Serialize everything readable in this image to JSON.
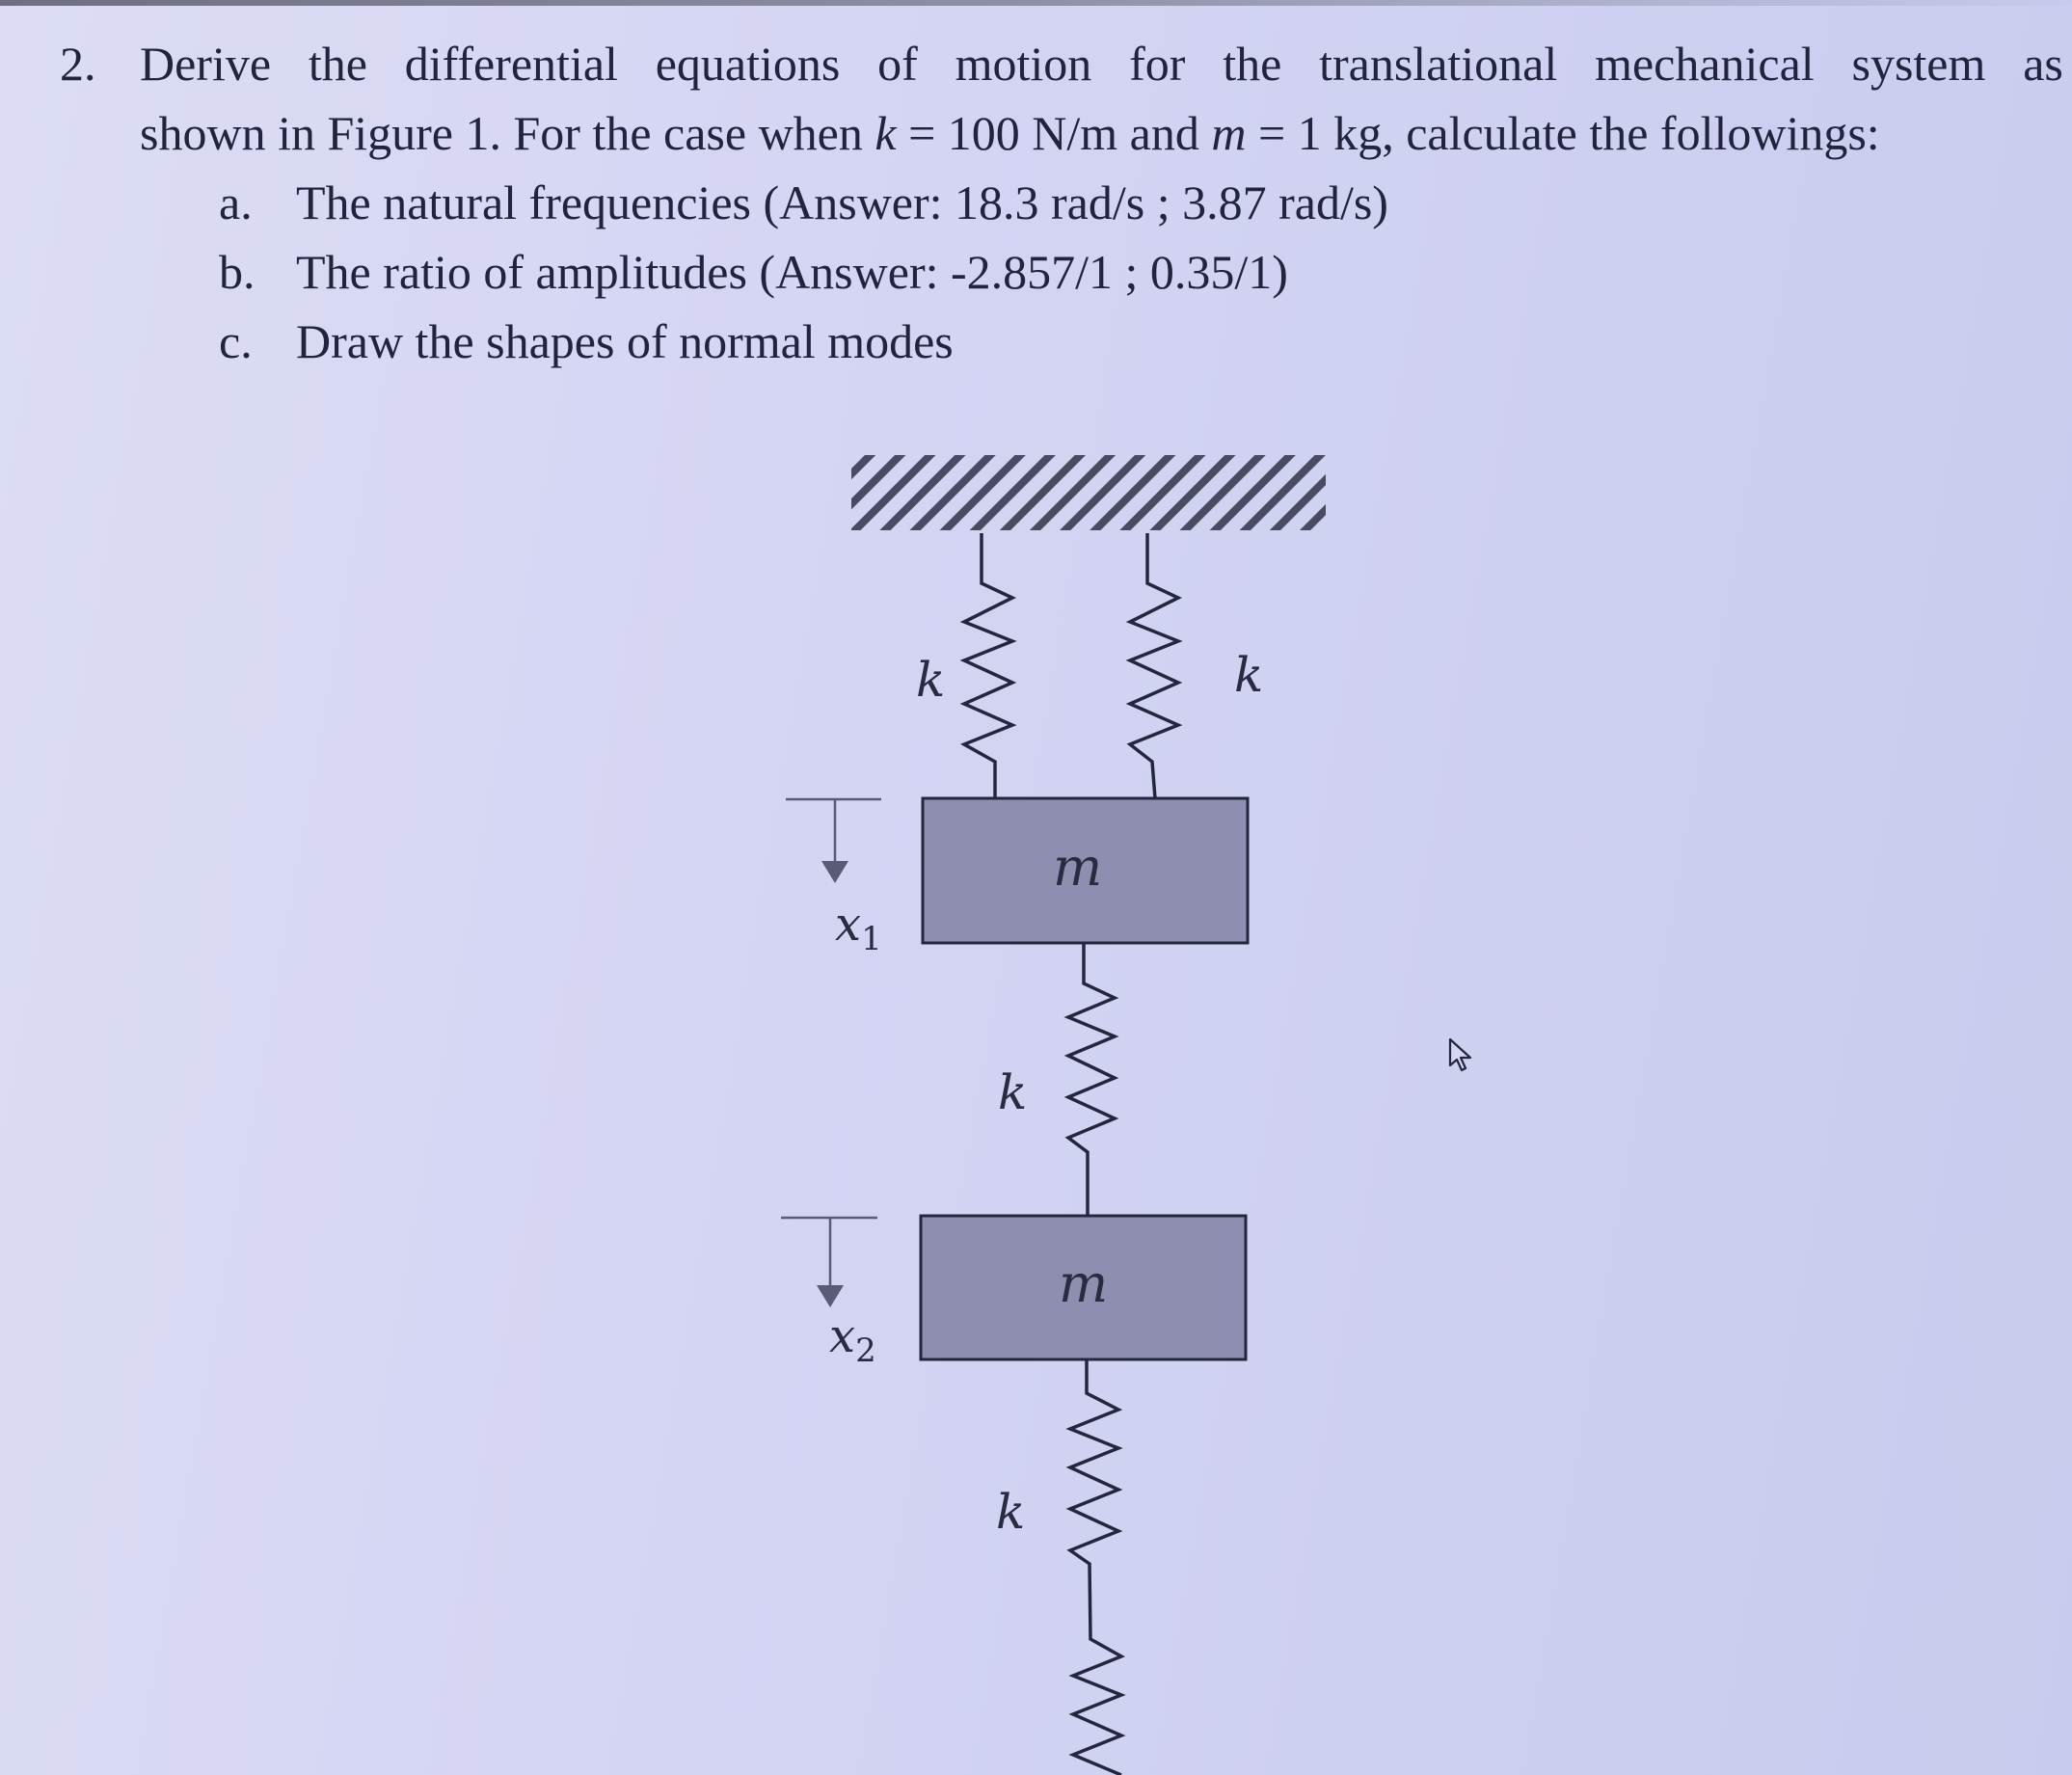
{
  "problem": {
    "number": "2.",
    "line1_words": [
      "Derive",
      "the",
      "differential",
      "equations",
      "of",
      "motion",
      "for",
      "the",
      "translational",
      "mechanical",
      "system",
      "as"
    ],
    "line2_prefix": "shown in Figure 1. For the case when ",
    "k_symbol": "k",
    "k_value": " = 100 N/m and ",
    "m_symbol": "m",
    "m_value": " = 1 kg, calculate the followings:",
    "parts": [
      {
        "label": "a.",
        "text": "The natural frequencies (Answer: 18.3 rad/s ; 3.87 rad/s)"
      },
      {
        "label": "b.",
        "text": "The ratio of amplitudes (Answer: -2.857/1 ; 0.35/1)"
      },
      {
        "label": "c.",
        "text": "Draw the shapes of normal modes"
      }
    ]
  },
  "figure": {
    "spring_top_left_label": "k",
    "spring_top_right_label": "k",
    "mass1_label": "m",
    "spring_middle_label": "k",
    "mass2_label": "m",
    "spring_bottom_label": "k",
    "x1_label": "x",
    "x1_sub": "1",
    "x2_label": "x",
    "x2_sub": "2",
    "colors": {
      "mass_fill": "#8e8fb0",
      "line": "#25263e",
      "hatch": "#4a4b62"
    }
  }
}
